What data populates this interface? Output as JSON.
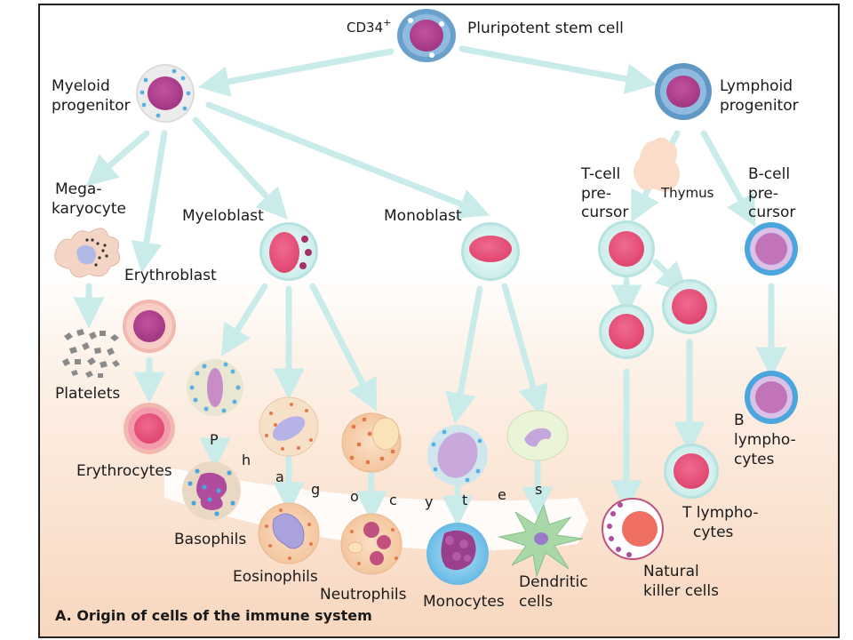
{
  "labels": {
    "cd34": "CD34",
    "cd34_sup": "+",
    "stem_cell": "Pluripotent stem cell",
    "myeloid_1": "Myeloid",
    "myeloid_2": "progenitor",
    "lymphoid_1": "Lymphoid",
    "lymphoid_2": "progenitor",
    "mega_1": "Mega-",
    "mega_2": "karyocyte",
    "erythroblast": "Erythroblast",
    "myeloblast": "Myeloblast",
    "monoblast": "Monoblast",
    "tcell_1": "T-cell",
    "tcell_2": "pre-",
    "tcell_3": "cursor",
    "thymus": "Thymus",
    "bcell_1": "B-cell",
    "bcell_2": "pre-",
    "bcell_3": "cursor",
    "platelets": "Platelets",
    "erythrocytes": "Erythrocytes",
    "basophils": "Basophils",
    "eosinophils": "Eosinophils",
    "neutrophils": "Neutrophils",
    "monocytes": "Monocytes",
    "dendritic_1": "Dendritic",
    "dendritic_2": "cells",
    "nk_1": "Natural",
    "nk_2": "killer cells",
    "tlym_1": "T lympho-",
    "tlym_2": "cytes",
    "blym_1": "B",
    "blym_2": "lympho-",
    "blym_3": "cytes",
    "caption": "A. Origin of cells of the immune system"
  },
  "phagocytes_letters": [
    "P",
    "h",
    "a",
    "g",
    "o",
    "c",
    "y",
    "t",
    "e",
    "s"
  ]
}
